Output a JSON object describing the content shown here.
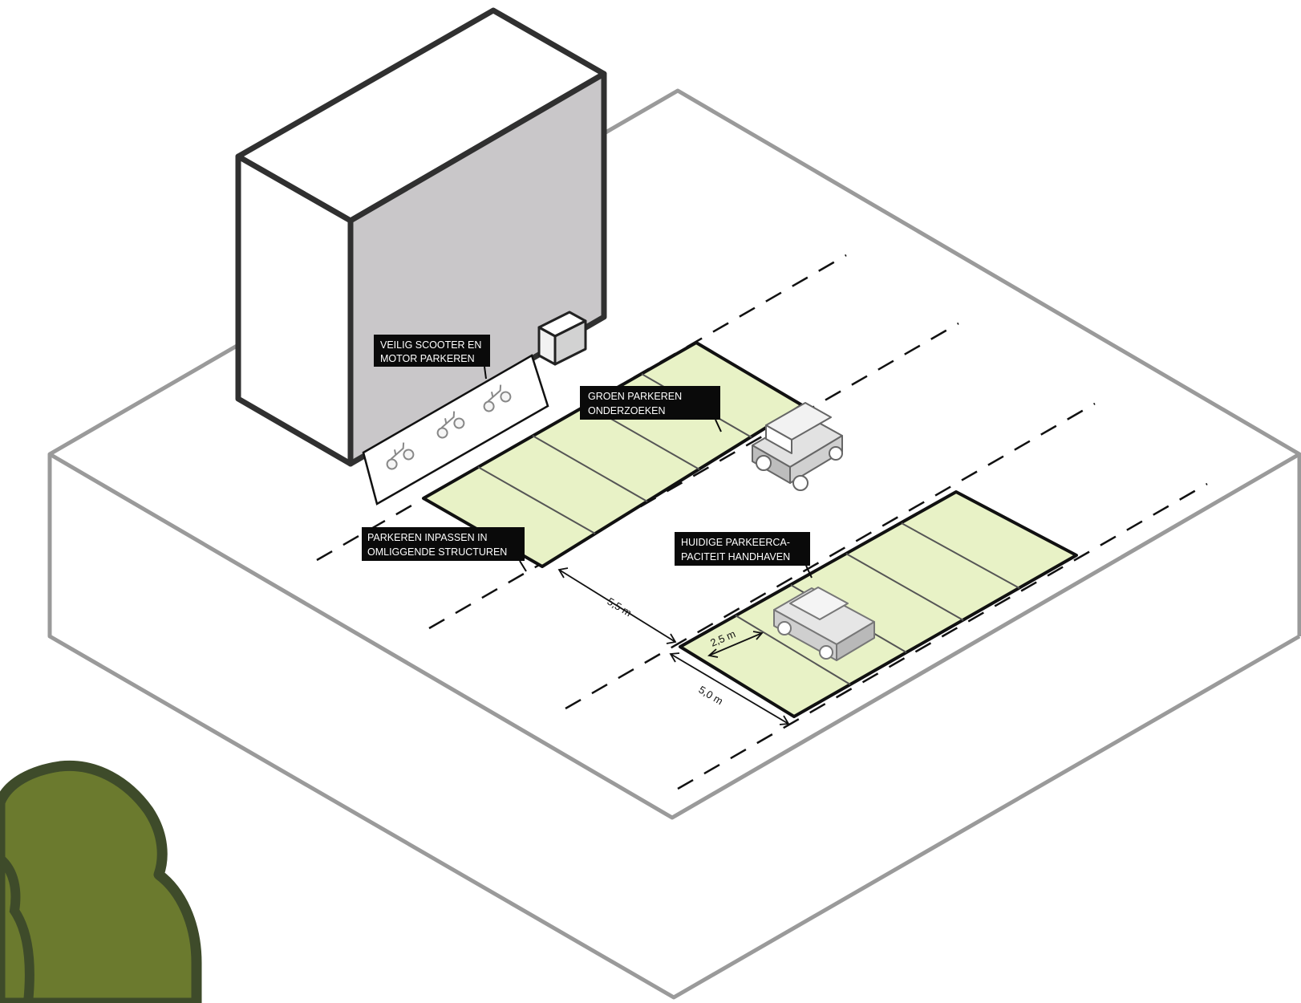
{
  "labels": {
    "scooter": [
      "VEILIG SCOOTER EN",
      "MOTOR PARKEREN"
    ],
    "groen": [
      "GROEN PARKEREN",
      "ONDERZOEKEN"
    ],
    "inpassen": [
      "PARKEREN INPASSEN IN",
      "OMLIGGENDE STRUCTUREN"
    ],
    "huidige": [
      "HUIDIGE PARKEERCA-",
      "PACITEIT HANDHAVEN"
    ]
  },
  "dimensions": {
    "road_width": "5,5 m",
    "bay_width": "2,5 m",
    "bay_depth": "5,0 m"
  },
  "colors": {
    "parking_fill": "#e8f2c6",
    "building_front": "#ffffff",
    "building_side": "#c9c7c9",
    "base_outline": "#9a9a9a",
    "tree_fill": "#6b7a2e",
    "tree_outline": "#3e4b2a",
    "label_bg": "#0a0a0a"
  }
}
